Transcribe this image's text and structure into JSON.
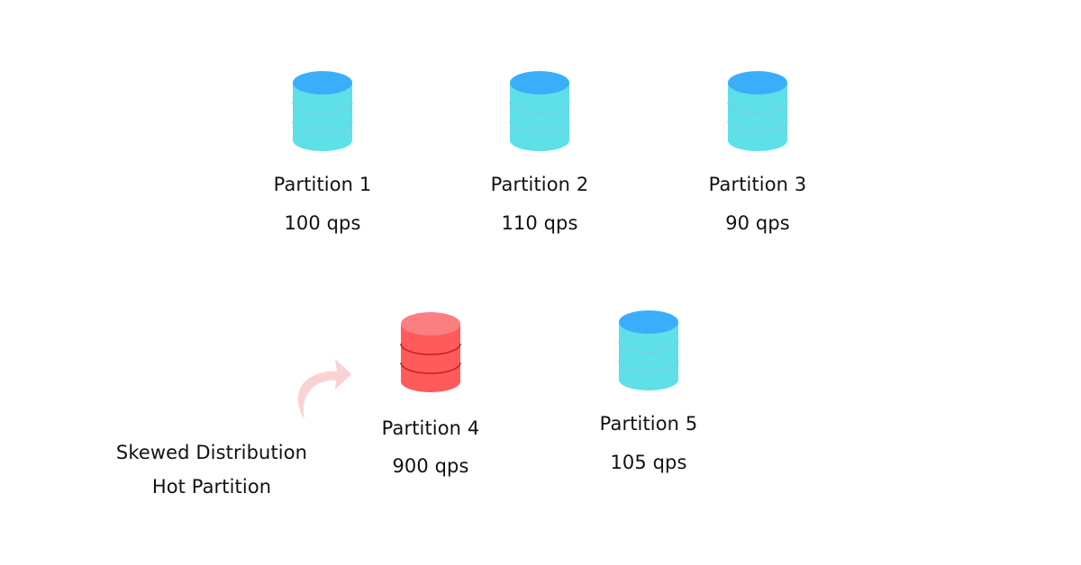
{
  "partitions": [
    {
      "name": "Partition 1",
      "load": "100 qps",
      "hot": false
    },
    {
      "name": "Partition 2",
      "load": "110 qps",
      "hot": false
    },
    {
      "name": "Partition 3",
      "load": "90 qps",
      "hot": false
    },
    {
      "name": "Partition 4",
      "load": "900 qps",
      "hot": true
    },
    {
      "name": "Partition 5",
      "load": "105 qps",
      "hot": false
    }
  ],
  "annotation": {
    "line1": "Skewed Distribution",
    "line2": "Hot Partition"
  },
  "colors": {
    "normal_top": "#3aaefb",
    "normal_body": "#5ee0e8",
    "normal_line": "#7ec8f0",
    "hot_top": "#fb7f80",
    "hot_body": "#ff5a5c",
    "hot_line": "#c82222",
    "arrow": "#fbd2d2"
  },
  "icons": {
    "database": "database-icon",
    "arrow": "curved-arrow-icon"
  }
}
